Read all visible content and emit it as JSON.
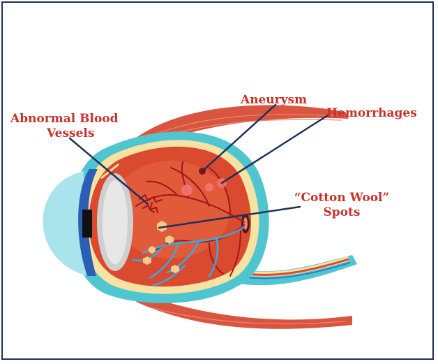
{
  "labels": {
    "abnormal_line1": "Abnormal Blood",
    "abnormal_line2": "Vessels",
    "aneurysm": "Aneurysm",
    "hemorrhages": "Hemorrhages",
    "cotton_line1": "“Cotton Wool”",
    "cotton_line2": "Spots"
  },
  "colors": {
    "frame": "#1f2f57",
    "label_text": "#c8312b",
    "pointer_line": "#1f2f57",
    "muscle": "#d9553f",
    "retina": "#d94a2e",
    "sclera": "#4fc6cf",
    "lens": "#cfcfcf",
    "iris": "#2a5fb5",
    "vein": "#3aa9dd",
    "cotton_spot": "#f7c98a"
  }
}
